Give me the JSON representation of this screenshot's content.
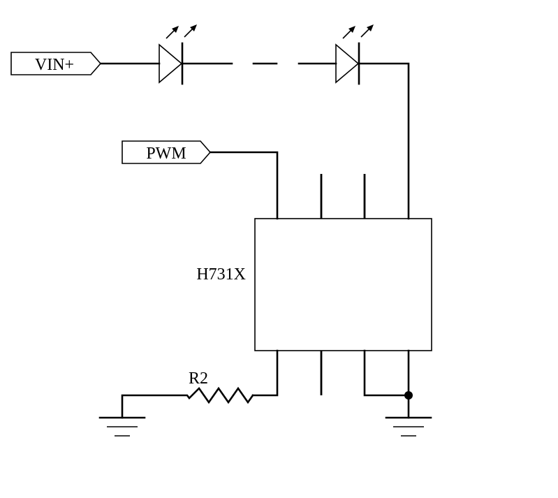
{
  "ports": {
    "vin": "VIN+",
    "pwm": "PWM"
  },
  "components": {
    "ic_label": "H731X",
    "resistor_label": "R2"
  },
  "colors": {
    "line": "#000000",
    "background": "#ffffff"
  }
}
